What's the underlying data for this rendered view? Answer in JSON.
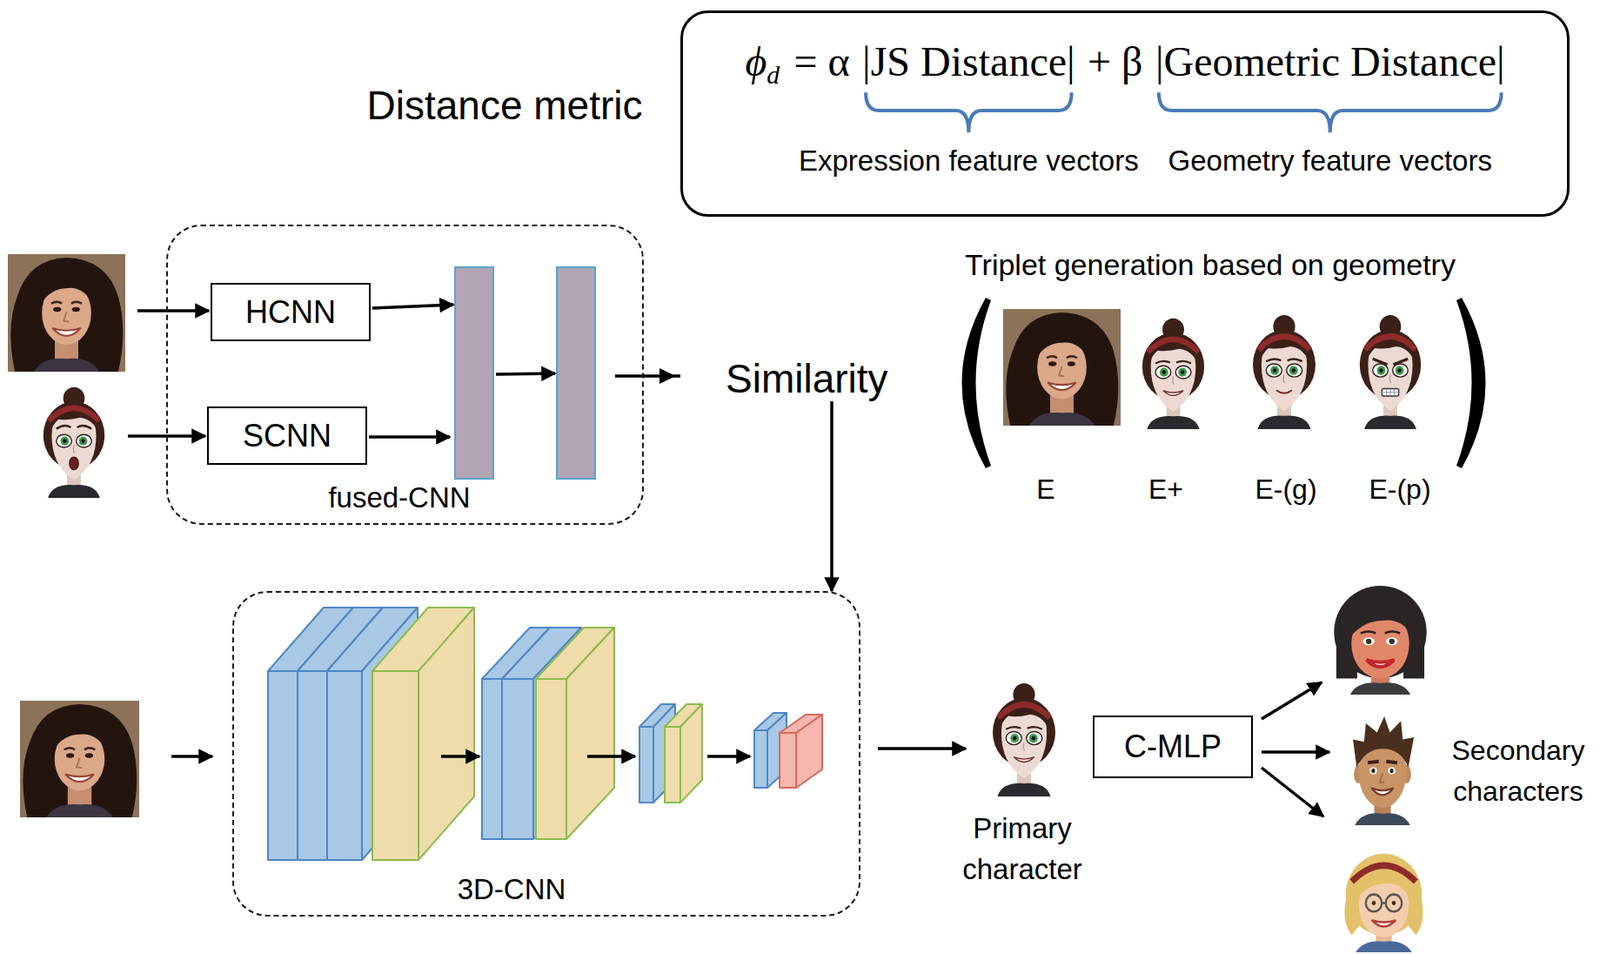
{
  "diagram": {
    "nodes": [
      {
        "text": [
          "ϕ",
          "d",
          "= α",
          "|JS Distance|",
          "+ β",
          "|Geometric Distance|",
          "Expression feature vectors",
          "Geometry feature vectors"
        ]
      },
      {
        "text": [
          "fused-CNN"
        ]
      },
      {
        "text": [
          "HCNN"
        ],
        "in": 1
      },
      {
        "text": [
          "SCNN"
        ],
        "in": 1
      },
      {
        "text": [
          "3D-CNN"
        ]
      },
      {
        "text": [
          "C-MLP"
        ]
      }
    ],
    "edges": [
      {
        "from": 1,
        "to": 4,
        "label": "Similarity",
        "arrow": "to"
      }
    ],
    "labels": [
      "Distance metric",
      "Triplet generation based on geometry",
      "E",
      "E+",
      "E-(g)",
      "E-(p)",
      "Primary character",
      "Secondary characters"
    ]
  }
}
